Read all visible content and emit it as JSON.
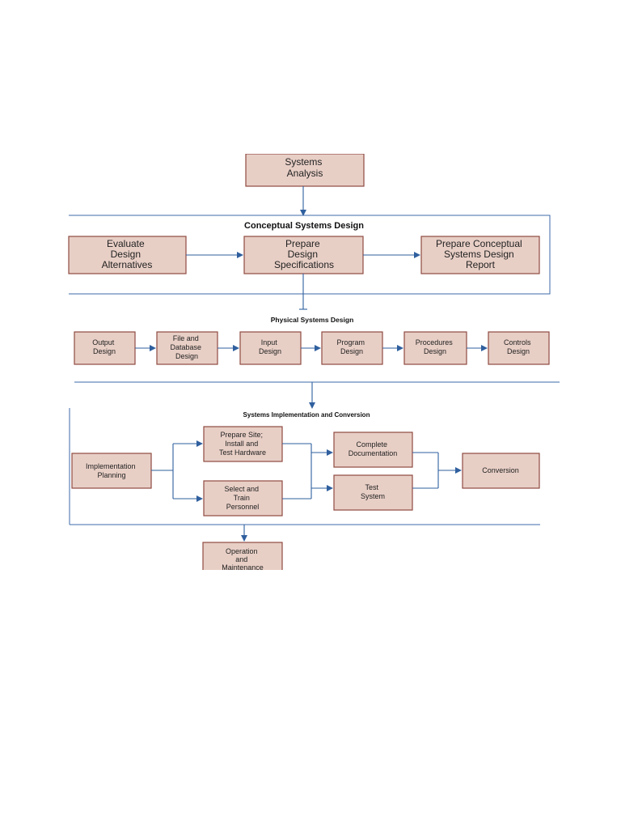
{
  "top": {
    "analysis": [
      "Systems",
      "Analysis"
    ]
  },
  "conceptual": {
    "title": "Conceptual Systems Design",
    "evaluate": [
      "Evaluate",
      "Design",
      "Alternatives"
    ],
    "prepare": [
      "Prepare",
      "Design",
      "Specifications"
    ],
    "report": [
      "Prepare Conceptual",
      "Systems Design",
      "Report"
    ]
  },
  "physical": {
    "title": "Physical Systems Design",
    "output": [
      "Output",
      "Design"
    ],
    "file_db": [
      "File and",
      "Database",
      "Design"
    ],
    "input": [
      "Input",
      "Design"
    ],
    "program": [
      "Program",
      "Design"
    ],
    "procedures": [
      "Procedures",
      "Design"
    ],
    "controls": [
      "Controls",
      "Design"
    ]
  },
  "implementation": {
    "title": "Systems Implementation and Conversion",
    "planning": [
      "Implementation",
      "Planning"
    ],
    "site": [
      "Prepare Site;",
      "Install and",
      "Test Hardware"
    ],
    "personnel": [
      "Select and",
      "Train",
      "Personnel"
    ],
    "documentation": [
      "Complete",
      "Documentation"
    ],
    "test": [
      "Test",
      "System"
    ],
    "conversion": [
      "Conversion"
    ]
  },
  "operation": [
    "Operation",
    "and",
    "Maintenance"
  ]
}
